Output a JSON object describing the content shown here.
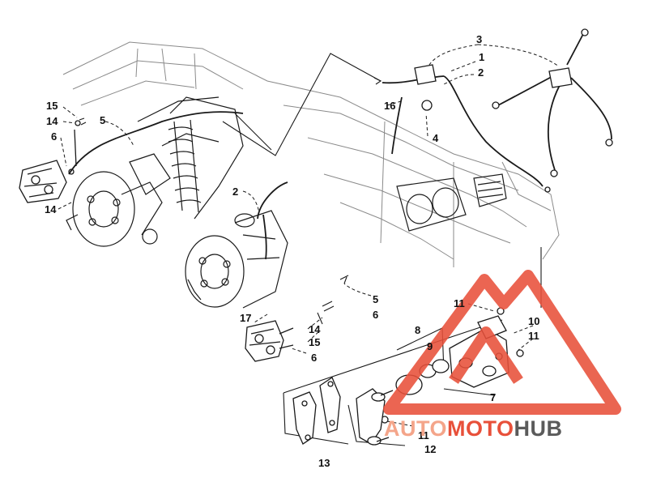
{
  "diagram": {
    "callouts": [
      {
        "id": "c-3-top",
        "label": "3"
      },
      {
        "id": "c-1",
        "label": "1"
      },
      {
        "id": "c-2-top",
        "label": "2"
      },
      {
        "id": "c-16",
        "label": "16"
      },
      {
        "id": "c-4",
        "label": "4"
      },
      {
        "id": "c-15-left",
        "label": "15"
      },
      {
        "id": "c-14-left",
        "label": "14"
      },
      {
        "id": "c-5-left",
        "label": "5"
      },
      {
        "id": "c-6-left",
        "label": "6"
      },
      {
        "id": "c-14-lower-left",
        "label": "14"
      },
      {
        "id": "c-2-mid",
        "label": "2"
      },
      {
        "id": "c-5-right",
        "label": "5"
      },
      {
        "id": "c-6-right",
        "label": "6"
      },
      {
        "id": "c-17",
        "label": "17"
      },
      {
        "id": "c-14-right",
        "label": "14"
      },
      {
        "id": "c-15-right",
        "label": "15"
      },
      {
        "id": "c-6-bottom",
        "label": "6"
      },
      {
        "id": "c-11-upper",
        "label": "11"
      },
      {
        "id": "c-10",
        "label": "10"
      },
      {
        "id": "c-11-mid",
        "label": "11"
      },
      {
        "id": "c-8",
        "label": "8"
      },
      {
        "id": "c-9",
        "label": "9"
      },
      {
        "id": "c-7",
        "label": "7"
      },
      {
        "id": "c-11-lower",
        "label": "11"
      },
      {
        "id": "c-12",
        "label": "12"
      },
      {
        "id": "c-13",
        "label": "13"
      }
    ]
  },
  "watermark": {
    "part1": "AUTO",
    "part2": "MOTO",
    "part3": "HUB",
    "color_light": "#f4a58a",
    "color_accent": "#e8503a",
    "color_dark": "#5b5b5b"
  },
  "colors": {
    "line": "#1a1a1a",
    "light_line": "#6a6a6a",
    "triangle": "#e8503a"
  }
}
